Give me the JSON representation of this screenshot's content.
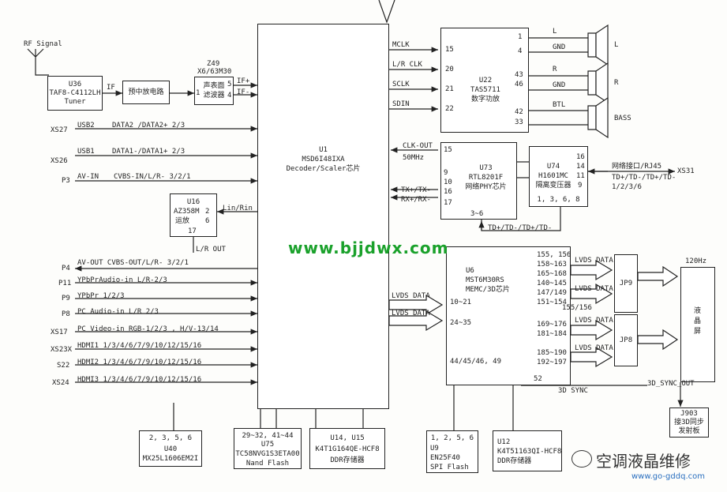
{
  "rf_signal": "RF Signal",
  "u36": {
    "name": "U36",
    "part": "TAF8-C4112LH",
    "desc": "Tuner"
  },
  "amp": "预中放电路",
  "z49": {
    "name": "Z49",
    "part": "X6/63M30",
    "desc1": "声表面",
    "desc2": "滤波器",
    "pins_in": "1",
    "pin5": "5",
    "pin4": "4"
  },
  "if_labels": [
    "IF",
    "IF+",
    "IF-"
  ],
  "u1": {
    "name": "U1",
    "part": "MSD6I48IXA",
    "desc": "Decoder/Scaler芯片"
  },
  "u22": {
    "name": "U22",
    "part": "TAS5711",
    "desc": "数字功放",
    "pins_left": [
      "15",
      "20",
      "21",
      "22"
    ],
    "pins_right": [
      "1",
      "4",
      "43",
      "46",
      "42",
      "33"
    ]
  },
  "u1_to_u22": [
    "MCLK",
    "L/R CLK",
    "SCLK",
    "SDIN"
  ],
  "speaker_lines": [
    "L",
    "GND",
    "R",
    "GND",
    "BTL"
  ],
  "speakers": [
    "L",
    "R",
    "BASS"
  ],
  "u73": {
    "name": "U73",
    "part": "RTL8201F",
    "desc": "网络PHY芯片",
    "pins": [
      "15",
      "9",
      "10",
      "16",
      "17"
    ],
    "bottom": "3~6"
  },
  "u74": {
    "name": "U74",
    "part": "H1601MC",
    "desc": "隔离变压器",
    "pins": [
      "16",
      "14",
      "11",
      "9"
    ],
    "bottom": "1, 3, 6, 8"
  },
  "clk": [
    "CLK-OUT",
    "50MHz"
  ],
  "txrx": [
    "TX+/TX-",
    "RX+/RX-"
  ],
  "td_bottom": "TD+/TD-/TD+/TD-",
  "rj45": {
    "label": "网络接口/RJ45",
    "lines": "TD+/TD-/TD+/TD-",
    "pins": "1/2/3/6",
    "conn": "XS31"
  },
  "u16": {
    "name": "U16",
    "part": "AZ358M",
    "desc": "运放",
    "pin2": "2",
    "pin6": "6",
    "pin17": "17"
  },
  "lin_rin": "Lin/Rin",
  "l_r_out": "L/R OUT",
  "inputs": [
    {
      "conn": "XS27",
      "sig1": "USB2",
      "sig2": "DATA2 /DATA2+ 2/3"
    },
    {
      "conn": "XS26",
      "sig1": "USB1",
      "sig2": "DATA1-/DATA1+ 2/3"
    },
    {
      "conn": "P3",
      "sig1": "AV-IN",
      "sig2": "CVBS-IN/L/R- 3/2/1"
    },
    {
      "conn": "P4",
      "sig1": "AV-OUT CVBS-OUT/L/R- 3/2/1",
      "sig2": ""
    },
    {
      "conn": "P11",
      "sig1": "YPbPrAudio-in L/R-2/3",
      "sig2": ""
    },
    {
      "conn": "P9",
      "sig1": "YPbPr 1/2/3",
      "sig2": ""
    },
    {
      "conn": "P8",
      "sig1": "PC Audio-in L/R 2/3",
      "sig2": ""
    },
    {
      "conn": "XS17",
      "sig1": "PC Video-in RGB-1/2/3 , H/V-13/14",
      "sig2": ""
    },
    {
      "conn": "XS23X",
      "sig1": "HDMI1 1/3/4/6/7/9/10/12/15/16",
      "sig2": ""
    },
    {
      "conn": "S22",
      "sig1": "HDMI2 1/3/4/6/7/9/10/12/15/16",
      "sig2": ""
    },
    {
      "conn": "XS24",
      "sig1": "HDMI3 1/3/4/6/7/9/10/12/15/16",
      "sig2": ""
    }
  ],
  "lvds": [
    "LVDS DATA",
    "LVDS DATA"
  ],
  "u6": {
    "name": "U6",
    "part": "MST6M30RS",
    "desc": "MEMC/3D芯片",
    "pins_in": [
      "10~21",
      "24~35"
    ],
    "pins_bottom": "44/45/46, 49",
    "pin52": "52",
    "pins_right": [
      "155, 156",
      "158~163",
      "165~168",
      "140~145",
      "147/149",
      "151~154",
      "155/156",
      "169~176",
      "181~184",
      "185~190",
      "192~197"
    ]
  },
  "u6_out_labels": [
    "LVDS DATA",
    "LVDS DATA",
    "LVDS DATA",
    "LVDS DATA"
  ],
  "jp9": "JP9",
  "jp8": "JP8",
  "freq": "120Hz",
  "lcd": "液晶屏",
  "sync_3d": "3D SYNC",
  "sync_out": "3D_SYNC_OUT",
  "j903": {
    "name": "J903",
    "desc1": "接3D同步",
    "desc2": "发射板"
  },
  "u40": {
    "pins": "2, 3, 5, 6",
    "name": "U40",
    "part": "MX25L1606EM2I"
  },
  "u75": {
    "pins": "29~32, 41~44",
    "name": "U75",
    "part": "TC58NVG1S3ETA00",
    "desc": "Nand Flash"
  },
  "u14": {
    "name": "U14, U15",
    "part": "K4T1G164QE-HCF8",
    "desc": "DDR存储器"
  },
  "u9": {
    "pins": "1, 2, 5, 6",
    "name": "U9",
    "part": "EN25F40",
    "desc": "SPI Flash"
  },
  "u12": {
    "name": "U12",
    "part": "K4T51163QI-HCF8",
    "desc": "DDR存储器"
  },
  "watermark": "www.bjjdwx.com",
  "logo_text": "空调液晶维修",
  "logo_url": "www.go-gddq.com"
}
